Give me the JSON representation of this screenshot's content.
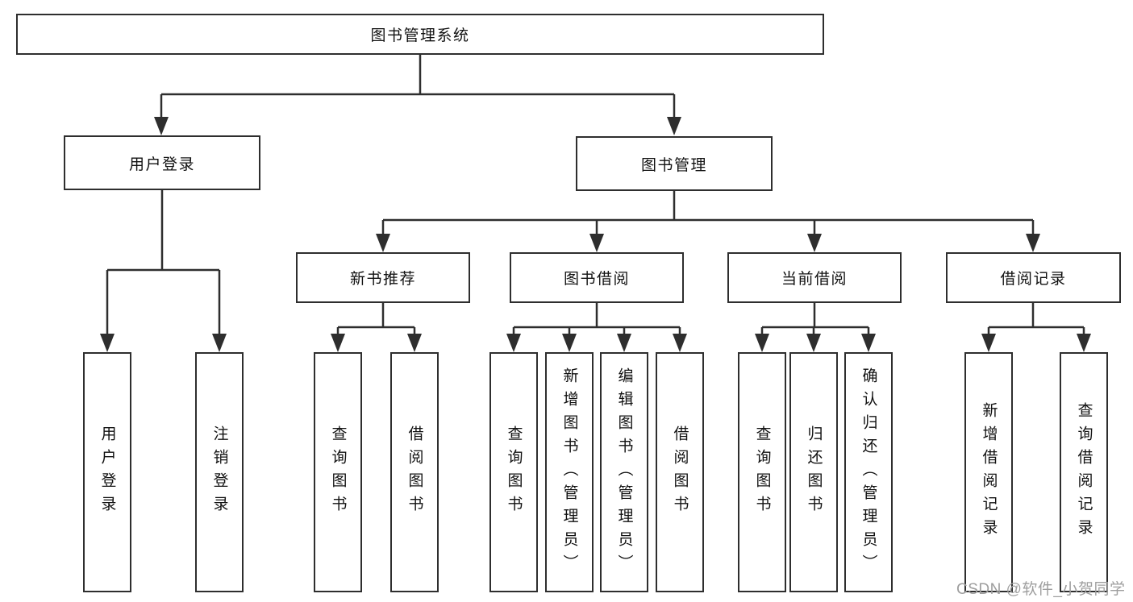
{
  "diagram": {
    "root": "图书管理系统",
    "level2": {
      "user_login": "用户登录",
      "book_management": "图书管理"
    },
    "level3": {
      "new_book_recommend": "新书推荐",
      "book_borrow": "图书借阅",
      "current_borrow": "当前借阅",
      "borrow_records": "借阅记录"
    },
    "leaves": {
      "user_login": [
        "用户登录",
        "注销登录"
      ],
      "new_book_recommend": [
        "查询图书",
        "借阅图书"
      ],
      "book_borrow": [
        "查询图书",
        "新增图书（管理员）",
        "编辑图书（管理员）",
        "借阅图书"
      ],
      "current_borrow": [
        "查询图书",
        "归还图书",
        "确认归还（管理员）"
      ],
      "borrow_records": [
        "新增借阅记录",
        "查询借阅记录"
      ]
    },
    "colors": {
      "line": "#2e2e2e",
      "box_border": "#2e2e2e",
      "box_fill": "#ffffff",
      "text": "#111111",
      "watermark_text": "#9e9e9e"
    }
  },
  "watermark": {
    "text": "CSDN @软件_小贺同学"
  }
}
